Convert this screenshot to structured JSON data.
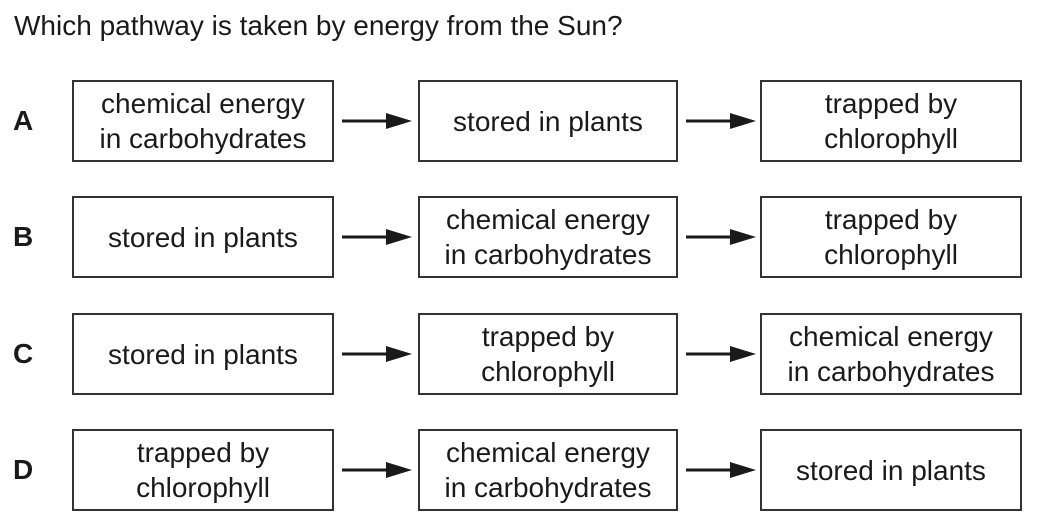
{
  "question": "Which pathway is taken by energy from the Sun?",
  "options": [
    {
      "letter": "A",
      "steps": [
        "chemical energy\nin carbohydrates",
        "stored in plants",
        "trapped by\nchlorophyll"
      ]
    },
    {
      "letter": "B",
      "steps": [
        "stored in plants",
        "chemical energy\nin carbohydrates",
        "trapped by\nchlorophyll"
      ]
    },
    {
      "letter": "C",
      "steps": [
        "stored in plants",
        "trapped by\nchlorophyll",
        "chemical energy\nin carbohydrates"
      ]
    },
    {
      "letter": "D",
      "steps": [
        "trapped by\nchlorophyll",
        "chemical energy\nin carbohydrates",
        "stored in plants"
      ]
    }
  ],
  "colors": {
    "text": "#1a1a1a",
    "border": "#333333",
    "arrow": "#1a1a1a"
  },
  "icons": {
    "arrow": "right-arrow-icon"
  }
}
